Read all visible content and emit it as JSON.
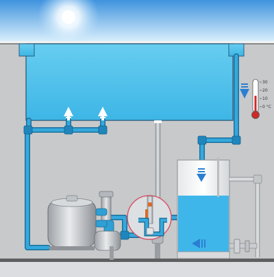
{
  "thermometer": {
    "scale_labels": [
      "30",
      "20",
      "10",
      "0 °C"
    ]
  },
  "colors": {
    "sky_top": "#4a9de4",
    "sky_bottom": "#d6ecfb",
    "wall": "#c7c9cb",
    "pool_water": "#4fc3ea",
    "pipe_blue": "#2f9fd4",
    "pipe_outline": "#1b6f9a",
    "steel": "#c9ccd0",
    "highlight_ring": "#d5566a",
    "arrow_blue": "#2a7fd2"
  },
  "icons": {
    "sun": "sun-icon",
    "flow_arrow": "arrow-icon",
    "thermometer": "thermometer-icon"
  }
}
